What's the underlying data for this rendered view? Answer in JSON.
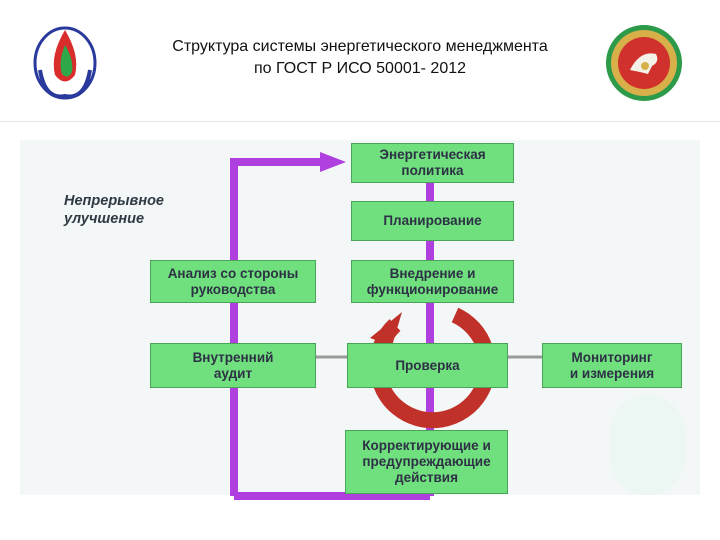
{
  "title": {
    "line1": "Структура системы энергетического менеджмента",
    "line2": "по  ГОСТ Р ИСО 50001- 2012"
  },
  "side_label": "Непрерывное\nулучшение",
  "boxes": {
    "policy": "Энергетическая\nполитика",
    "planning": "Планирование",
    "implementation": "Внедрение и\nфункционирование",
    "checking": "Проверка",
    "management_review": "Анализ со стороны\nруководства",
    "internal_audit": "Внутренний\nаудит",
    "monitoring": "Мониторинг\nи измерения",
    "corrective": "Корректирующие и\nпредупреждающие\nдействия"
  },
  "colors": {
    "box_fill": "#6fe07d",
    "connector": "#b03fe0",
    "cycle_arrow": "#c0312a",
    "connector_gray": "#9a9a9a"
  },
  "logos": {
    "left": "energy-drop-hands-logo",
    "right": "tatarstan-emblem"
  }
}
